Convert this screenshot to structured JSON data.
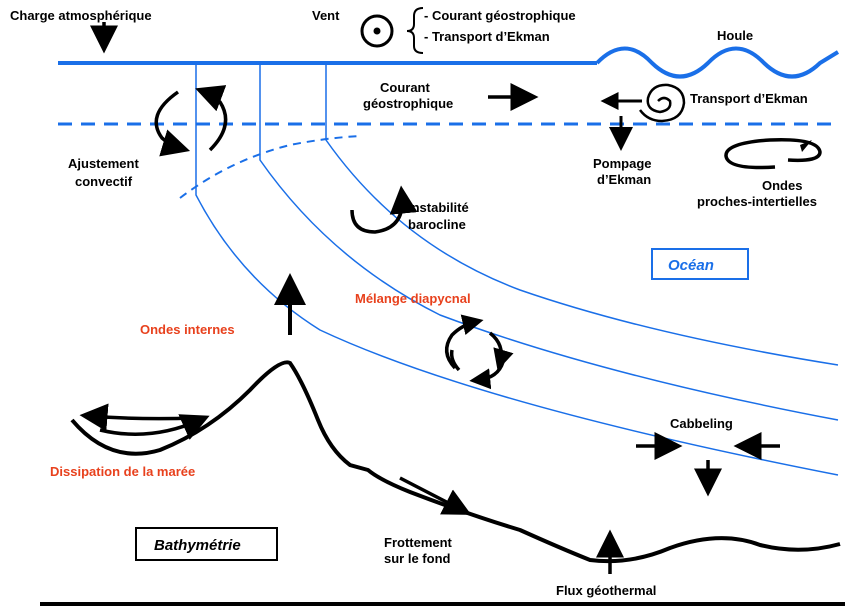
{
  "colors": {
    "ocean_blue": "#1a6fe8",
    "process_red": "#e8411d",
    "ink": "#000000"
  },
  "labels": {
    "charge_atmospherique": "Charge atmosphérique",
    "vent": "Vent",
    "vent_courant": "- Courant géostrophique",
    "vent_transport": "- Transport d’Ekman",
    "houle": "Houle",
    "courant_geo_1": "Courant",
    "courant_geo_2": "géostrophique",
    "transport_ekman": "Transport d’Ekman",
    "pompage_1": "Pompage",
    "pompage_2": "d’Ekman",
    "ondes_pi_1": "Ondes",
    "ondes_pi_2": "proches-intertielles",
    "ajustement_1": "Ajustement",
    "ajustement_2": "convectif",
    "instabilite_1": "Instabilité",
    "instabilite_2": "barocline",
    "ocean": "Océan",
    "melange": "Mélange diapycnal",
    "ondes_internes": "Ondes internes",
    "cabbeling": "Cabbeling",
    "dissipation": "Dissipation de la marée",
    "bathymetrie": "Bathymétrie",
    "frottement_1": "Frottement",
    "frottement_2": "sur le fond",
    "flux_geothermal": "Flux géothermal"
  },
  "icons": [
    "wind-out-of-page-icon",
    "spiral-icon",
    "arrow-icon",
    "circular-arrow-icon"
  ]
}
